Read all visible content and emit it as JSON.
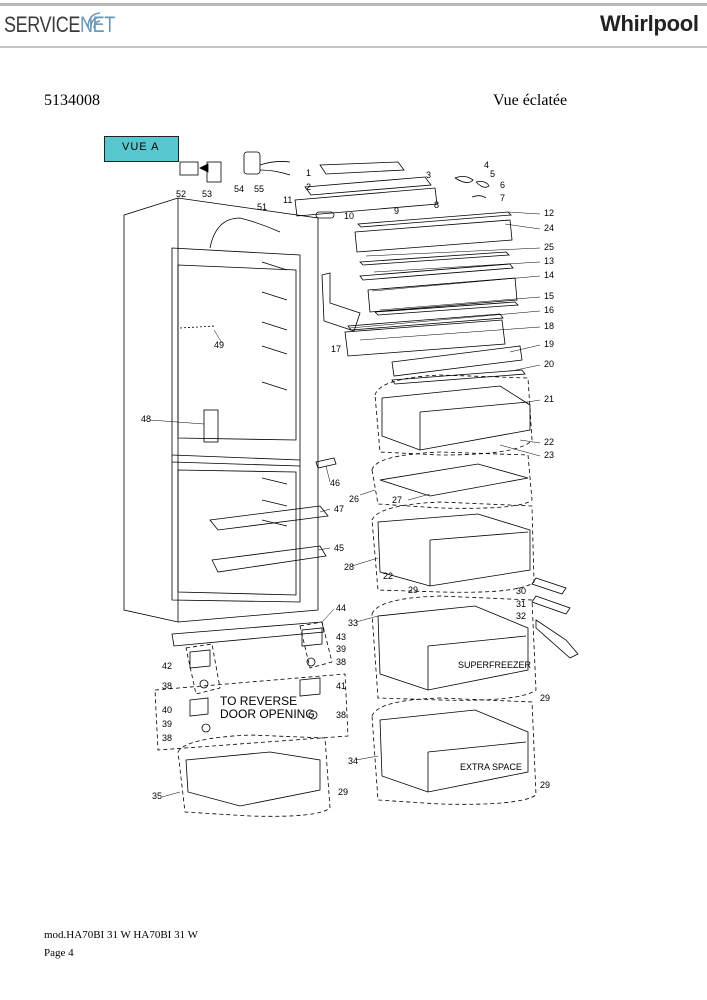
{
  "header": {
    "servicenet_brand": "SERVICE",
    "servicenet_suffix": "NET",
    "whirlpool_brand": "Whirlpool"
  },
  "document": {
    "code": "5134008",
    "view_title": "Vue éclatée",
    "vue_a_label": "VUE A"
  },
  "diagram": {
    "note_line1": "TO REVERSE",
    "note_line2": "DOOR OPENING",
    "superfreezer_label": "SUPERFREEZER",
    "extraspace_label": "EXTRA SPACE",
    "callouts": [
      "1",
      "2",
      "3",
      "4",
      "5",
      "6",
      "7",
      "8",
      "9",
      "10",
      "11",
      "12",
      "13",
      "14",
      "15",
      "16",
      "17",
      "18",
      "19",
      "20",
      "21",
      "22",
      "23",
      "24",
      "25",
      "26",
      "27",
      "28",
      "29",
      "30",
      "31",
      "32",
      "33",
      "34",
      "35",
      "38",
      "39",
      "40",
      "41",
      "42",
      "43",
      "44",
      "45",
      "46",
      "47",
      "48",
      "49",
      "51",
      "52",
      "53",
      "54",
      "55"
    ]
  },
  "footer": {
    "model": "mod.HA70BI 31 W HA70BI 31 W",
    "page": "Page 4"
  }
}
